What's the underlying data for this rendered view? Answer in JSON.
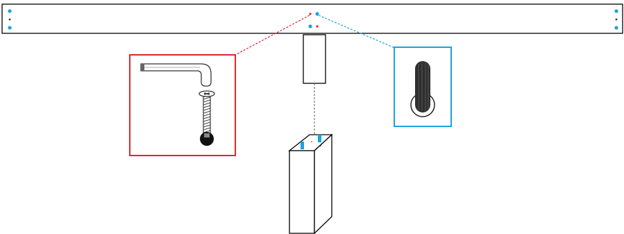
{
  "diagram": {
    "type": "assembly-instruction",
    "text_labels": [],
    "colors": {
      "outline": "#000000",
      "callout_red": "#e0252b",
      "callout_blue": "#1aa3dd",
      "dowel_blue": "#1aa3dd",
      "metal_gray": "#555555",
      "dark_part": "#333333"
    },
    "parts": [
      {
        "name": "tabletop-panel",
        "view": "top-down"
      },
      {
        "name": "table-leg",
        "view": "isometric"
      },
      {
        "name": "allen-key",
        "callout": "red"
      },
      {
        "name": "bolt",
        "callout": "red"
      },
      {
        "name": "wooden-dowel",
        "callout": "blue"
      }
    ],
    "callouts": [
      {
        "name": "bolt-callout",
        "color": "red",
        "contents": [
          "allen-key",
          "bolt"
        ]
      },
      {
        "name": "dowel-callout",
        "color": "blue",
        "contents": [
          "wooden-dowel"
        ]
      }
    ]
  }
}
